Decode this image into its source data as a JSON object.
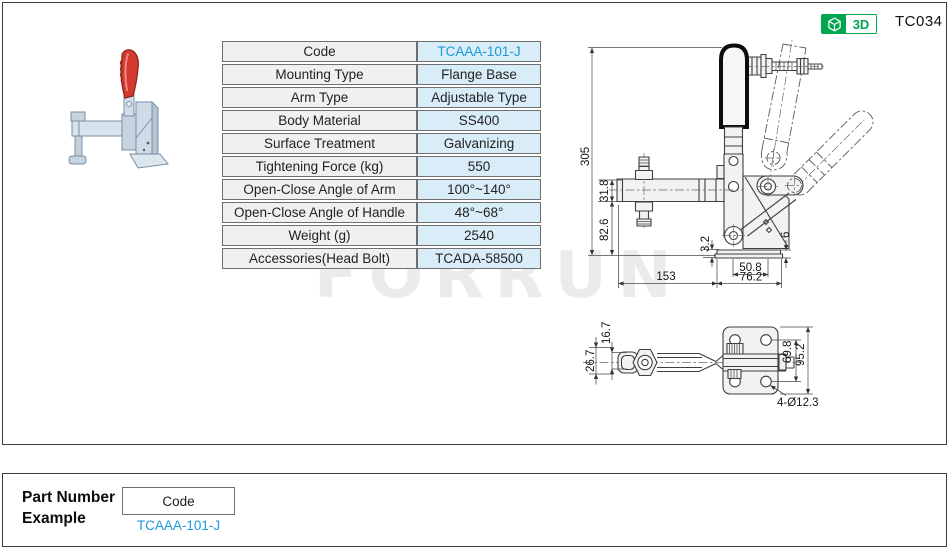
{
  "header": {
    "badge_3d_label": "3D",
    "catalog_code": "TC034"
  },
  "watermark_text": "FORRUN",
  "colors": {
    "accent_blue": "#1b9ad6",
    "badge_green": "#00a550",
    "value_cell_bg": "#d9edf8",
    "label_cell_bg": "#f0f0f0"
  },
  "spec_table": {
    "rows": [
      {
        "label": "Code",
        "value": "TCAAA-101-J"
      },
      {
        "label": "Mounting Type",
        "value": "Flange Base"
      },
      {
        "label": "Arm Type",
        "value": "Adjustable Type"
      },
      {
        "label": "Body Material",
        "value": "SS400"
      },
      {
        "label": "Surface Treatment",
        "value": "Galvanizing"
      },
      {
        "label": "Tightening Force (kg)",
        "value": "550"
      },
      {
        "label": "Open-Close Angle of Arm",
        "value": "100°~140°"
      },
      {
        "label": "Open-Close  Angle of Handle",
        "value": "48°~68°"
      },
      {
        "label": "Weight (g)",
        "value": "2540"
      },
      {
        "label": "Accessories(Head Bolt)",
        "value": "TCADA-58500"
      }
    ]
  },
  "drawing": {
    "front_view": {
      "overall_height": "305",
      "arm_section_height": "31.8",
      "arm_to_base": "82.6",
      "base_plate_thickness": "3.2",
      "flange_lip": "6",
      "slot_width": "50.8",
      "base_width": "76.2",
      "arm_length": "153"
    },
    "top_view": {
      "arm_end_width": "16.7",
      "arm_clevis_width": "26.7",
      "hole_pitch": "69.8",
      "plate_length": "95.2",
      "mounting_holes": "4-Ø12.3"
    }
  },
  "part_number_example": {
    "title_line1": "Part Number",
    "title_line2": "Example",
    "field_label": "Code",
    "example_code": "TCAAA-101-J"
  }
}
